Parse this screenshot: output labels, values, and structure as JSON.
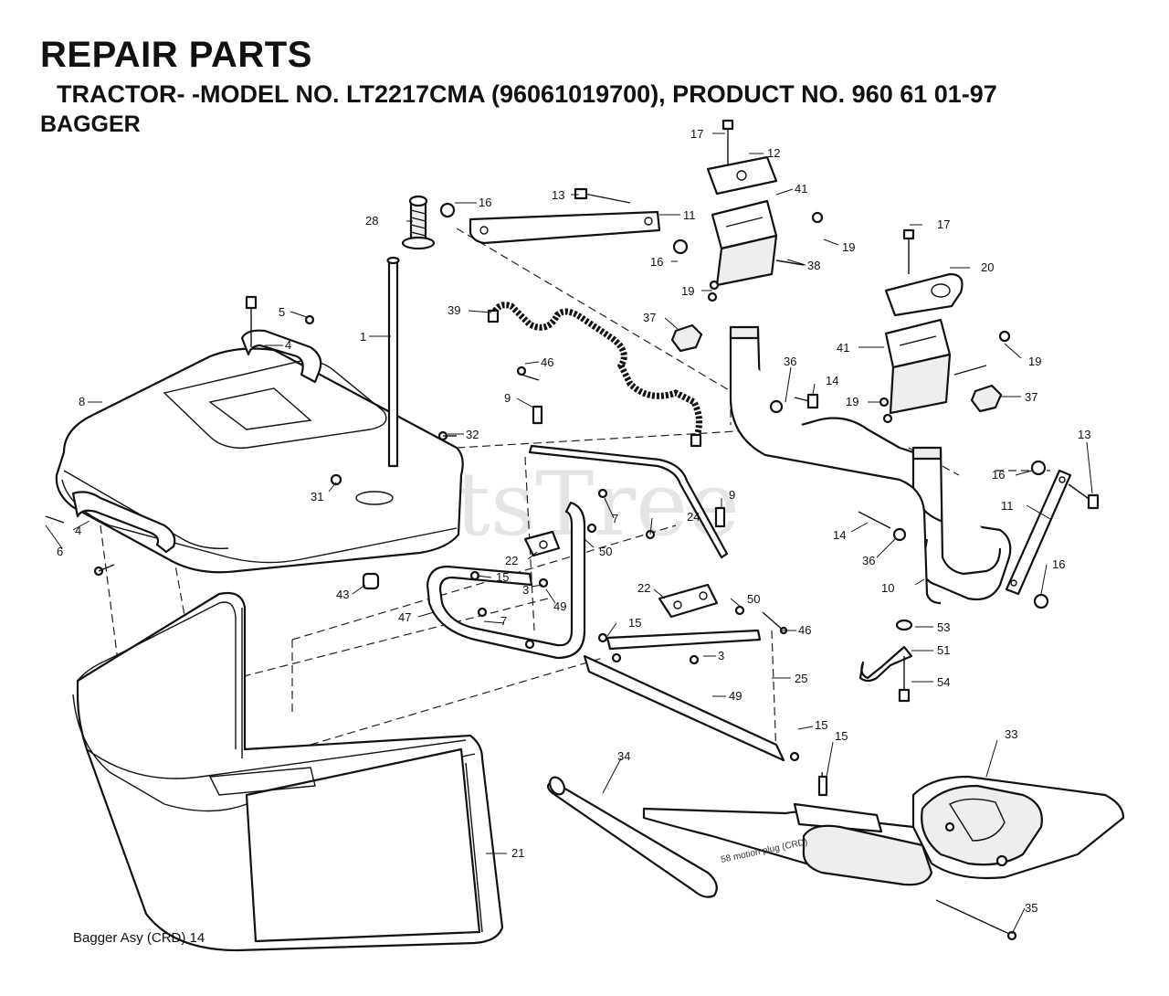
{
  "header": {
    "title": "REPAIR PARTS",
    "subtitle": "TRACTOR- -MODEL NO. LT2217CMA (96061019700), PRODUCT NO. 960 61 01-97",
    "section": "BAGGER"
  },
  "footer": {
    "caption": "Bagger Asy (CRD)  14"
  },
  "watermark": {
    "text": "PartsTree"
  },
  "annotations": {
    "plug_note": "58 motion plug (CRD)"
  },
  "callouts": [
    "17",
    "12",
    "13",
    "16",
    "41",
    "11",
    "28",
    "19",
    "17",
    "16",
    "38",
    "20",
    "19",
    "5",
    "1",
    "39",
    "37",
    "4",
    "41",
    "19",
    "46",
    "36",
    "14",
    "19",
    "37",
    "8",
    "9",
    "32",
    "13",
    "31",
    "16",
    "9",
    "7",
    "24",
    "11",
    "22",
    "50",
    "14",
    "6",
    "15",
    "36",
    "3",
    "49",
    "10",
    "16",
    "43",
    "47",
    "22",
    "50",
    "7",
    "15",
    "53",
    "46",
    "3",
    "51",
    "25",
    "54",
    "49",
    "15",
    "15",
    "33",
    "34",
    "21",
    "35",
    "4"
  ]
}
